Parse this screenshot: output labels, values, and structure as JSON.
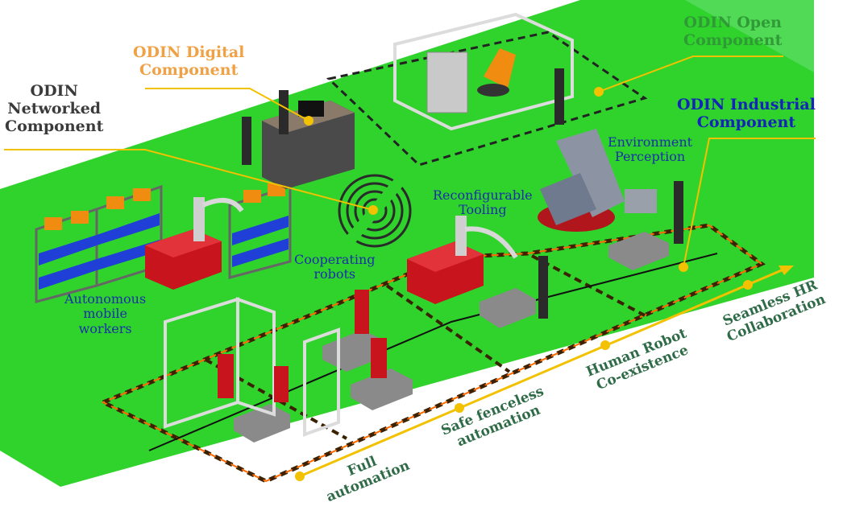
{
  "components": {
    "networked": {
      "line1": "ODIN",
      "line2": "Networked",
      "line3": "Component",
      "color": "#3b3b3b"
    },
    "digital": {
      "line1": "ODIN Digital",
      "line2": "Component",
      "color": "#f0a145"
    },
    "open": {
      "line1": "ODIN Open",
      "line2": "Component",
      "color": "#2f9a36"
    },
    "industrial": {
      "line1": "ODIN Industrial",
      "line2": "Component",
      "color": "#1424b8"
    }
  },
  "features": {
    "environment": {
      "line1": "Environment",
      "line2": "Perception"
    },
    "tooling": {
      "line1": "Reconfigurable",
      "line2": "Tooling"
    },
    "cooperating": {
      "line1": "Cooperating",
      "line2": "robots"
    },
    "mobile": {
      "line1": "Autonomous",
      "line2": "mobile",
      "line3": "workers"
    }
  },
  "progression": {
    "full": {
      "line1": "Full",
      "line2": "automation"
    },
    "fenceless": {
      "line1": "Safe fenceless",
      "line2": "automation"
    },
    "coexistence": {
      "line1": "Human Robot",
      "line2": "Co-existence"
    },
    "seamless": {
      "line1": "Seamless HR",
      "line2": "Collaboration"
    }
  },
  "colors": {
    "floor": "#2fd32c",
    "dashed_border": "#2a2a2a",
    "accent_line": "#f2c200",
    "robot_red": "#c8141c",
    "robot_orange": "#f08c10"
  }
}
